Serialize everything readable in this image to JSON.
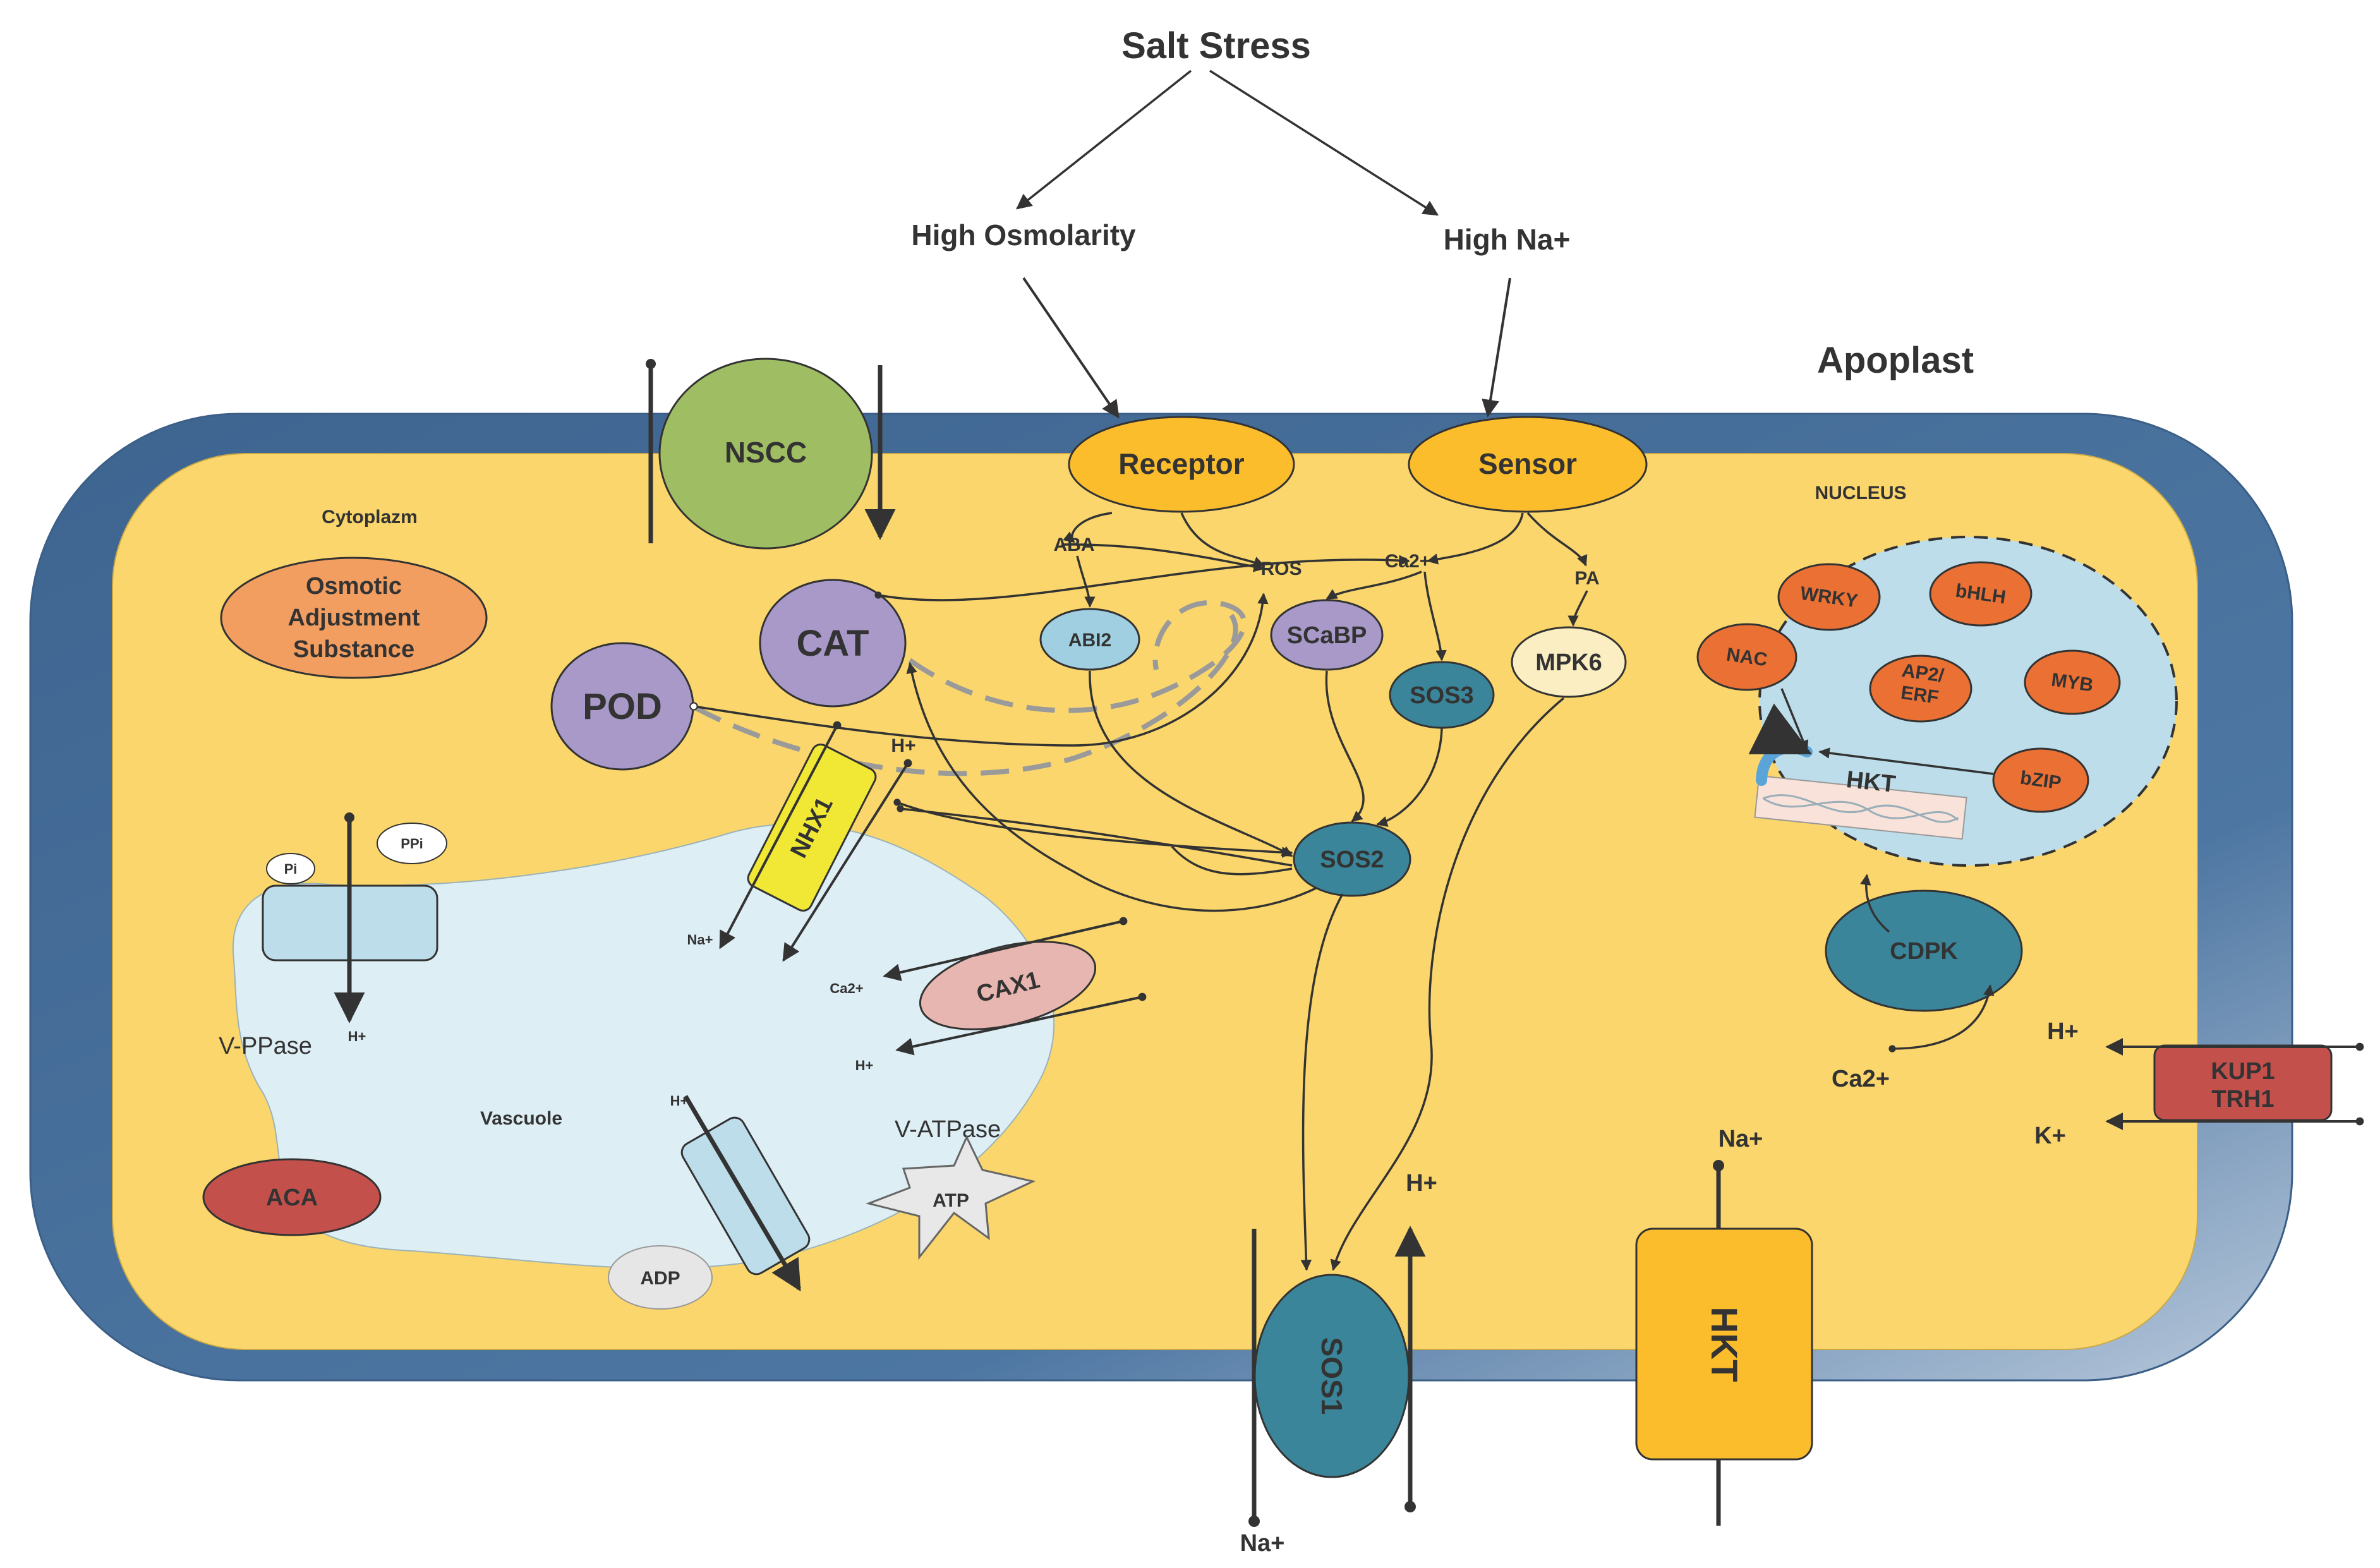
{
  "title": "Salt Stress",
  "stimuli": {
    "left": "High Osmolarity",
    "right": "High Na+"
  },
  "regions": {
    "apoplast": "Apoplast",
    "cytoplasm": "Cytoplazm",
    "nucleus": "NUCLEUS",
    "vacuole": "Vascuole"
  },
  "membrane_proteins": {
    "receptor": "Receptor",
    "sensor": "Sensor",
    "nscc": "NSCC",
    "sos1": "SOS1",
    "hkt": "HKT",
    "kup1_line1": "KUP1",
    "kup1_line2": "TRH1"
  },
  "signaling": {
    "aba": "ABA",
    "ros": "ROS",
    "ca2": "Ca2+",
    "pa": "PA",
    "abi2": "ABI2",
    "scabp": "SCaBP",
    "sos3": "SOS3",
    "mpk6": "MPK6",
    "sos2": "SOS2",
    "cdpk": "CDPK"
  },
  "antioxidants": {
    "cat": "CAT",
    "pod": "POD"
  },
  "osmotic": {
    "line1": "Osmotic",
    "line2": "Adjustment",
    "line3": "Substance"
  },
  "vacuolar": {
    "nhx1": "NHX1",
    "cax1": "CAX1",
    "v_ppase": "V-PPase",
    "v_atpase": "V-ATPase",
    "pi": "Pi",
    "ppi": "PPi",
    "aca": "ACA",
    "atp": "ATP",
    "adp": "ADP"
  },
  "transcription_factors": {
    "wrky": "WRKY",
    "bhlh": "bHLH",
    "nac": "NAC",
    "ap2_line1": "AP2/",
    "ap2_line2": "ERF",
    "myb": "MYB",
    "bzip": "bZIP",
    "hkt_gene": "HKT"
  },
  "ions": {
    "h_plus": "H+",
    "na_plus": "Na+",
    "ca2_plus": "Ca2+",
    "k_plus": "K+"
  },
  "colors": {
    "cell_wall": "#4a6f99",
    "cytoplasm": "#fad66c",
    "vacuole": "#ddeef5",
    "nucleus": "#bcdde9",
    "receptor": "#fbbd2b",
    "nscc": "#9fbe63",
    "antioxidant": "#a899c9",
    "osmotic": "#f29e61",
    "teal": "#3a8599",
    "tf": "#ea7034",
    "aca": "#c4504c",
    "cax1": "#e7b6b1",
    "nhx1": "#f1e835"
  }
}
